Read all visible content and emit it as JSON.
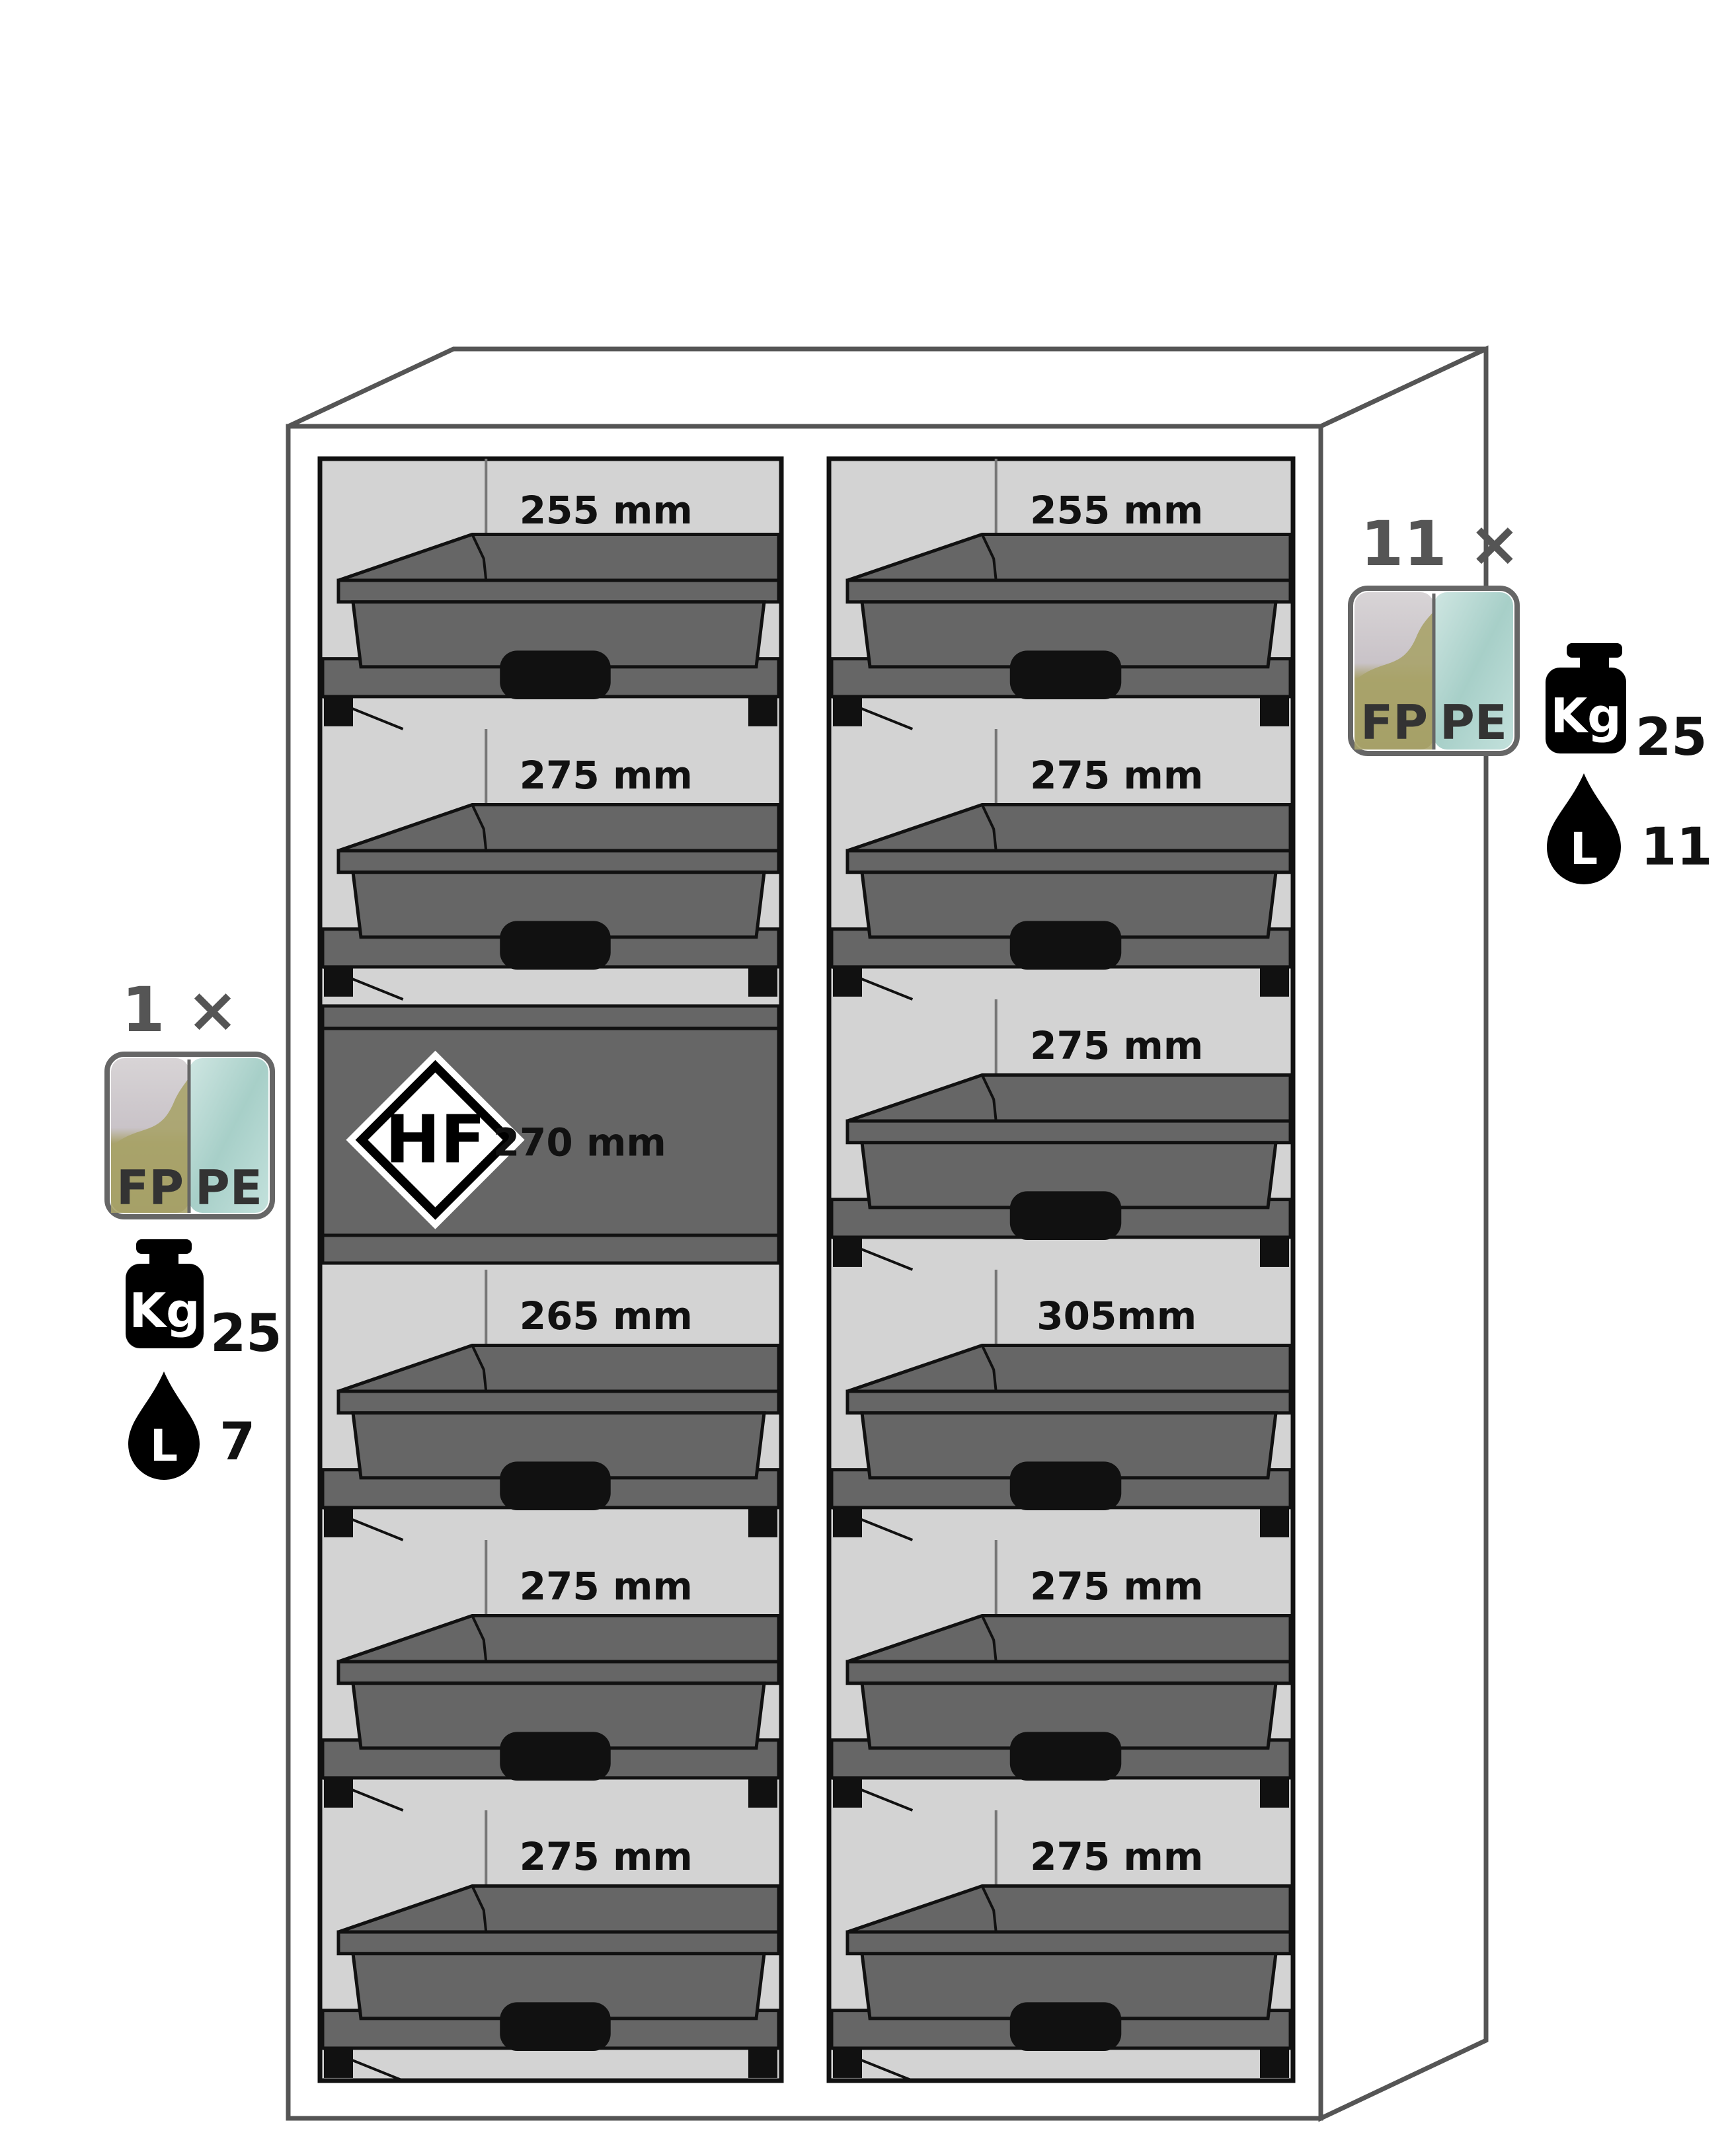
{
  "cabinet": {
    "left_column": [
      {
        "kind": "tray",
        "height_label": "255 mm"
      },
      {
        "kind": "tray",
        "height_label": "275 mm"
      },
      {
        "kind": "hf_box",
        "height_label": "270 mm",
        "hazard_label": "HF"
      },
      {
        "kind": "tray",
        "height_label": "265 mm"
      },
      {
        "kind": "tray",
        "height_label": "275 mm"
      },
      {
        "kind": "tray",
        "height_label": "275 mm"
      }
    ],
    "right_column": [
      {
        "kind": "tray",
        "height_label": "255 mm"
      },
      {
        "kind": "tray",
        "height_label": "275 mm"
      },
      {
        "kind": "tray",
        "height_label": "275 mm"
      },
      {
        "kind": "tray",
        "height_label": "305mm"
      },
      {
        "kind": "tray",
        "height_label": "275 mm"
      },
      {
        "kind": "tray",
        "height_label": "275 mm"
      }
    ]
  },
  "left_callout": {
    "quantity": "1 ×",
    "material_left": "FP",
    "material_right": "PE",
    "weight_unit": "Kg",
    "weight_value": "25",
    "volume_unit": "L",
    "volume_value": "7"
  },
  "right_callout": {
    "quantity": "11 ×",
    "material_left": "FP",
    "material_right": "PE",
    "weight_unit": "Kg",
    "weight_value": "25",
    "volume_unit": "L",
    "volume_value": "11"
  },
  "colors": {
    "tray_fill": "#666666",
    "interior": "#d3d3d3",
    "outline": "#111111",
    "cabinet_line": "#555555",
    "material_fp": "#9a9460",
    "material_pe": "#a9d2cc"
  }
}
